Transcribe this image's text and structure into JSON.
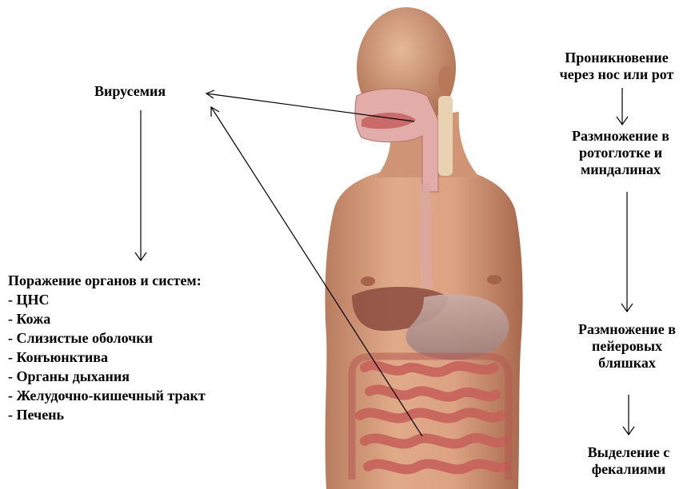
{
  "viremia_label": "Вирусемия",
  "flow_steps": [
    "Проникновение\nчерез нос или рот",
    "Размножение в\nротоглотке и\nминдалинах",
    "Размножение в\nпейеровых\nбляшках",
    "Выделение с\nфекалиями"
  ],
  "organs": {
    "heading": "Поражение органов и систем:",
    "items": [
      "- ЦНС",
      "- Кожа",
      "- Слизистые оболочки",
      "- Конъюнктива",
      "- Органы дыхания",
      "- Желудочно-кишечный тракт",
      "- Печень"
    ]
  },
  "colors": {
    "skin": "#d9a07e",
    "skin_shadow": "#b5785a",
    "intestine": "#c8625a",
    "stomach": "#b89a94",
    "liver": "#8a4a3e",
    "airway": "#e8b7b4",
    "arrow": "#000000"
  }
}
